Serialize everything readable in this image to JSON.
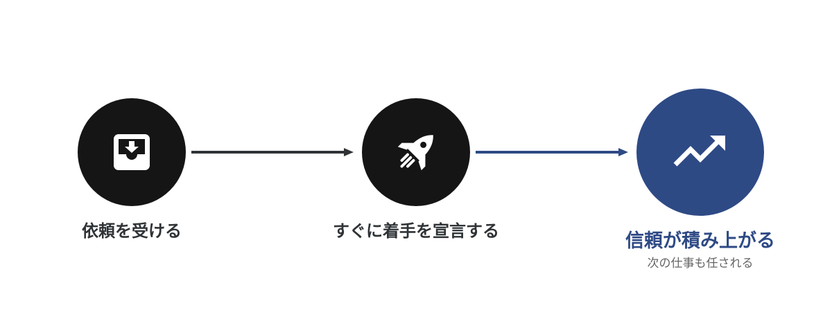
{
  "colors": {
    "step_dark": "#151515",
    "step_accent": "#2e4a85",
    "text_dark": "#2f3336",
    "subtext": "#666666",
    "arrow_dark": "#2f3336",
    "arrow_accent": "#2e4a85"
  },
  "steps": [
    {
      "label": "依頼を受ける",
      "icon": "inbox-download-icon"
    },
    {
      "label": "すぐに着手を宣言する",
      "icon": "rocket-icon"
    },
    {
      "label": "信頼が積み上がる",
      "sublabel": "次の仕事も任される",
      "icon": "trending-up-icon"
    }
  ]
}
